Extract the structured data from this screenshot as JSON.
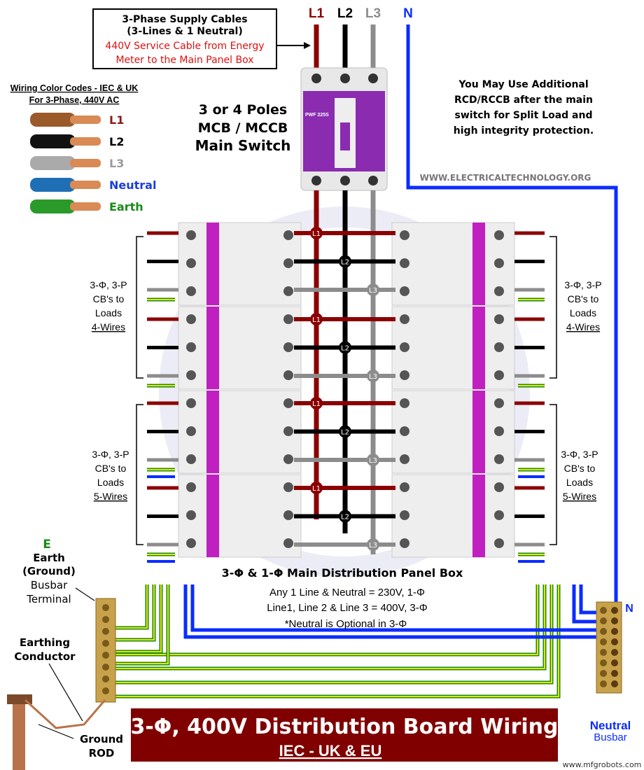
{
  "supply_box": {
    "line1": "3-Phase Supply Cables",
    "line2": "(3-Lines & 1 Neutral)",
    "line3": "440V Service Cable from Energy",
    "line4": "Meter to the Main Panel Box"
  },
  "phase_labels": {
    "l1": "L1",
    "l2": "L2",
    "l3": "L3",
    "n": "N"
  },
  "legend": {
    "title1": "Wiring Color Codes - IEC & UK",
    "title2": "For 3-Phase, 440V AC",
    "items": [
      {
        "label": "L1",
        "color": "#8b1a1a"
      },
      {
        "label": "L2",
        "color": "#000000"
      },
      {
        "label": "L3",
        "color": "#9a9a9a"
      },
      {
        "label": "Neutral",
        "color": "#1a3de0"
      },
      {
        "label": "Earth",
        "color": "#1a8a1a"
      }
    ]
  },
  "main_switch": {
    "line1": "3 or 4 Poles",
    "line2": "MCB / MCCB",
    "line3": "Main Switch",
    "model": "PWF 225S"
  },
  "rcd_note": {
    "line1": "You May Use Additional",
    "line2": "RCD/RCCB after the main",
    "line3": "switch for Split Load and",
    "line4": "high integrity protection."
  },
  "website": "WWW.ELECTRICALTECHNOLOGY.ORG",
  "bus_labels": [
    "L1",
    "L2",
    "L3"
  ],
  "groups": {
    "four_wire": {
      "line1": "3-Φ, 3-P",
      "line2": "CB's to",
      "line3": "Loads",
      "line4": "4-Wires"
    },
    "five_wire": {
      "line1": "3-Φ, 3-P",
      "line2": "CB's to",
      "line3": "Loads",
      "line4": "5-Wires"
    }
  },
  "panel": {
    "title": "3-Φ & 1-Φ Main Distribution Panel Box",
    "note1": "Any 1 Line & Neutral = 230V, 1-Φ",
    "note2": "Line1, Line 2 & Line 3 = 400V, 3-Φ",
    "note3": "*Neutral is Optional in 3-Φ"
  },
  "earth": {
    "letter": "E",
    "line1": "Earth",
    "line2": "(Ground)",
    "line3": "Busbar",
    "line4": "Terminal",
    "conductor1": "Earthing",
    "conductor2": "Conductor",
    "rod1": "Ground",
    "rod2": "ROD"
  },
  "neutral_bus": {
    "letter": "N",
    "line1": "Neutral",
    "line2": "Busbar"
  },
  "banner": {
    "title": "3-Φ, 400V Distribution Board Wiring",
    "subtitle": "IEC - UK & EU",
    "color": "#800000"
  },
  "watermark": "www.mfgrobots.com",
  "colors": {
    "l1": "#8b0000",
    "l2": "#000000",
    "l3": "#8c8c8c",
    "neutral": "#0a2cff",
    "earth_green": "#1a8a1a",
    "earth_yellow": "#e6e600",
    "breaker_purple": "#c020c0"
  }
}
